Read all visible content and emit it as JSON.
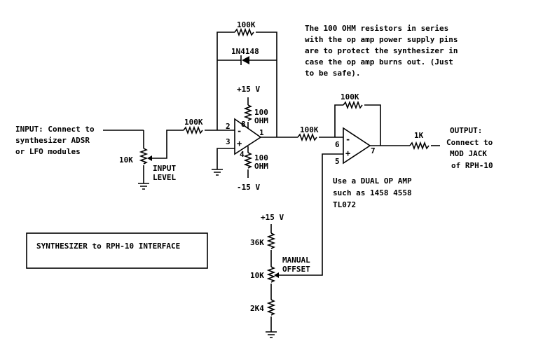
{
  "note": [
    "The 100 OHM resistors in series",
    "with the op amp power supply pins",
    "are to protect the synthesizer in",
    "case the op amp burns out. (Just",
    "to be safe)."
  ],
  "input": [
    "INPUT: Connect to",
    "synthesizer ADSR",
    "or LFO modules"
  ],
  "output": [
    "OUTPUT:",
    "Connect to",
    "MOD JACK",
    "of RPH-10"
  ],
  "title": "SYNTHESIZER to RPH-10 INTERFACE",
  "opamp_note": [
    "Use a DUAL OP AMP",
    "such as 1458  4558",
    "TL072"
  ],
  "labels": {
    "pot_10k_input": "10K",
    "input_level": [
      "INPUT",
      "LEVEL"
    ],
    "r_100k_input": "100K",
    "r_100k_feedback1": "100K",
    "diode": "1N4148",
    "supply_pos_1": "+15 V",
    "supply_neg_1": "-15 V",
    "r_100ohm_pos": [
      "100",
      "OHM"
    ],
    "r_100ohm_neg": [
      "100",
      "OHM"
    ],
    "r_100k_stage2": "100K",
    "r_100k_feedback2": "100K",
    "r_1k_output": "1K",
    "supply_pos_2": "+15 V",
    "r_36k": "36K",
    "pot_10k_offset": "10K",
    "manual_offset": [
      "MANUAL",
      "OFFSET"
    ],
    "r_2k4": "2K4"
  },
  "pins": {
    "u1_in_neg": "2",
    "u1_in_pos": "3",
    "u1_out": "1",
    "u1_vpos": "8",
    "u1_vneg": "4",
    "u2_in_neg": "6",
    "u2_in_pos": "5",
    "u2_out": "7"
  },
  "opamp_signs": {
    "minus": "-",
    "plus": "+"
  }
}
